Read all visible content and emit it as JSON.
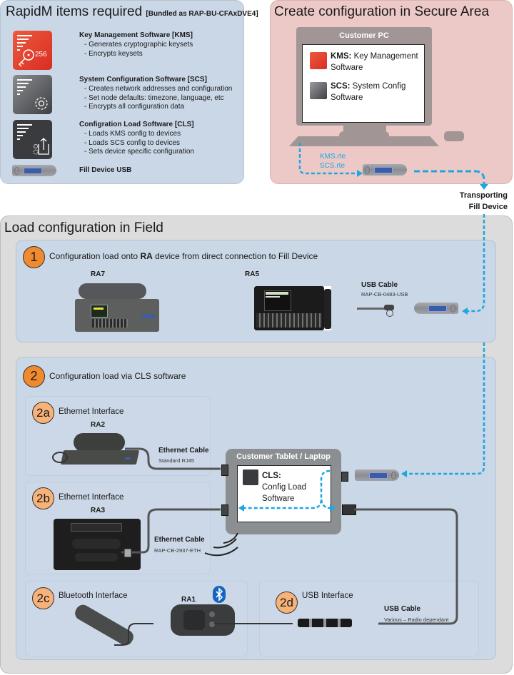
{
  "items_panel": {
    "title": "RapidM items required",
    "bundle": "[Bundled as RAP-BU-CFAxDVE4]",
    "items": [
      {
        "name": "Key Management Software [KMS]",
        "lines": [
          "- Generates cryptographic keysets",
          "- Encrypts keysets"
        ],
        "icon": "key-256-icon",
        "icon_text": "256"
      },
      {
        "name": "System Configuration Software [SCS]",
        "lines": [
          "- Creates network addresses and configuration",
          "- Set node defaults: timezone, language, etc",
          "- Encrypts all configuration data"
        ],
        "icon": "gear-icon"
      },
      {
        "name": "Configration Load Software [CLS]",
        "lines": [
          "- Loads KMS config to devices",
          "- Loads SCS config to devices",
          "- Sets device specific configuration"
        ],
        "icon": "upload-icon"
      },
      {
        "name": "Fill Device USB",
        "lines": [],
        "icon": "usb-stick-icon"
      }
    ]
  },
  "secure_panel": {
    "title": "Create configuration in Secure Area",
    "pc_label": "Customer PC",
    "kms_bold": "KMS:",
    "kms_rest": " Key Management",
    "kms_line2": "Software",
    "scs_bold": "SCS:",
    "scs_rest": " System Config",
    "scs_line2": "Software",
    "file1": "KMS.rte",
    "file2": "SCS.rte"
  },
  "transport_label": {
    "line1": "Transporting",
    "line2": "Fill Device"
  },
  "field_panel": {
    "title": "Load configuration in Field",
    "step1": {
      "number": "1",
      "text_pre": "Configuration load onto ",
      "text_bold": "RA",
      "text_post": " device from direct connection to Fill Device",
      "devices": [
        "RA7",
        "RA5"
      ],
      "cable_name": "USB Cable",
      "cable_part": "RAP-CB-0483-USB"
    },
    "step2": {
      "number": "2",
      "text": "Configuration load via CLS software",
      "sub": [
        {
          "id": "2a",
          "title": "Ethernet Interface",
          "device": "RA2",
          "cable_name": "Ethernet Cable",
          "cable_part": "Standard RJ45"
        },
        {
          "id": "2b",
          "title": "Ethernet Interface",
          "device": "RA3",
          "cable_name": "Ethernet Cable",
          "cable_part": "RAP-CB-2937-ETH"
        },
        {
          "id": "2c",
          "title": "Bluetooth Interface",
          "device": "RA1"
        },
        {
          "id": "2d",
          "title": "USB Interface",
          "cable_name": "USB Cable",
          "cable_part": "Various – Radio dependant"
        }
      ],
      "laptop_label": "Customer Tablet / Laptop",
      "cls_bold": "CLS:",
      "cls_line1": "Config Load",
      "cls_line2": "Software"
    }
  },
  "colors": {
    "accent_blue": "#1ea6e0",
    "kms_red": "#e5412f",
    "step_orange": "#f08a2e",
    "step_light_orange": "#f7b27a",
    "secure_bg": "#ecc9c7",
    "items_bg": "#cad7e6",
    "field_bg": "#dcdcdc"
  }
}
